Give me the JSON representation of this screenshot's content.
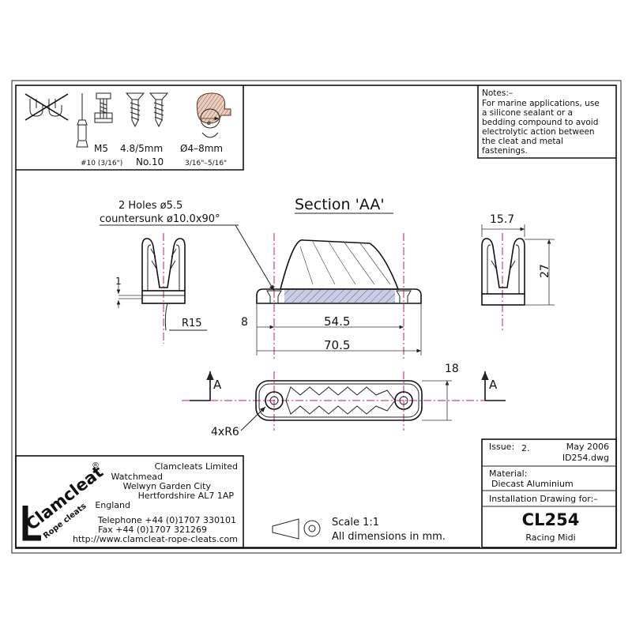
{
  "fastenings": {
    "m5": "M5",
    "m5_sub": "#10 (3/16\")",
    "wood_screw": "4.8/5mm",
    "wood_screw_sub": "No.10",
    "rope": "Ø4–8mm",
    "rope_sub": "3/16\"–5/16\""
  },
  "notes": {
    "title": "Notes:–",
    "lines": [
      "For marine applications, use",
      "a silicone sealant or a",
      "bedding compound to avoid",
      "electrolytic action between",
      "the cleat and metal",
      "fastenings."
    ]
  },
  "section": {
    "title": "Section 'AA'",
    "holes_line1": "2 Holes ø5.5",
    "holes_line2": "countersunk ø10.0x90°"
  },
  "dimensions": {
    "d1": "1",
    "r15": "R15",
    "d8": "8",
    "d54_5": "54.5",
    "d70_5": "70.5",
    "d15_7": "15.7",
    "d27": "27",
    "d18": "18",
    "r6": "4xR6",
    "arrow_a": "A"
  },
  "company": {
    "brand": "Clamcleat",
    "registered": "®",
    "tagline": "Rope cleats",
    "lines": [
      "Clamcleats Limited",
      "Watchmead",
      "Welwyn Garden City",
      "Hertfordshire AL7 1AP",
      "England"
    ],
    "telephone": "Telephone +44 (0)1707 330101",
    "fax": "Fax +44 (0)1707 321269",
    "url": "http://www.clamcleat-rope-cleats.com"
  },
  "scale": {
    "scale": "Scale 1:1",
    "units": "All dimensions in mm."
  },
  "title_block": {
    "issue_label": "Issue:",
    "issue": "2.",
    "date": "May 2006",
    "drawing_no": "ID254.dwg",
    "material_label": "Material:",
    "material": "Diecast Aluminium",
    "installation_label": "Installation Drawing for:–",
    "product": "CL254",
    "product_name": "Racing Midi"
  },
  "colors": {
    "centerline": "#c0186a",
    "rope_fill": "#e8cfc0",
    "section_fill": "#c8cde8"
  }
}
